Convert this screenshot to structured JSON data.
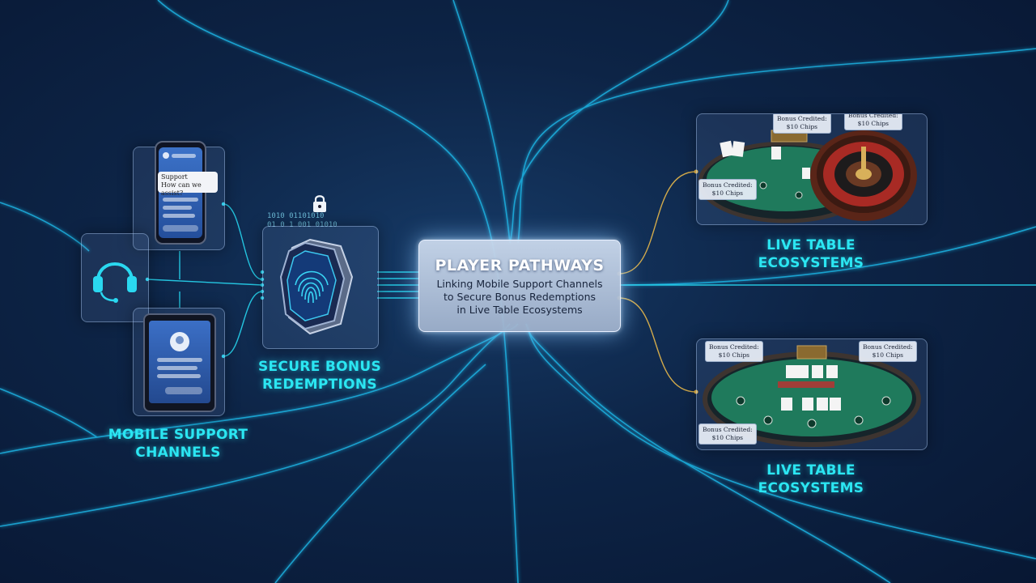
{
  "center": {
    "title": "PLAYER PATHWAYS",
    "subtitle_lines": [
      "Linking Mobile Support Channels",
      "to Secure Bonus Redemptions",
      "in Live Table Ecosystems"
    ]
  },
  "left_section": {
    "label_lines": [
      "MOBILE SUPPORT",
      "CHANNELS"
    ],
    "chat_bubble_lines": [
      "Support",
      "How can we assist?"
    ]
  },
  "secure_section": {
    "label_lines": [
      "SECURE BONUS",
      "REDEMPTIONS"
    ],
    "binary_rows": [
      "1010  01101010",
      "01 0 1 001 01010"
    ]
  },
  "top_table": {
    "label_lines": [
      "LIVE TABLE",
      "ECOSYSTEMS"
    ],
    "tags": [
      [
        "Bonus Credited:",
        "$10 Chips"
      ],
      [
        "Bonus Credited:",
        "$10 Chips"
      ],
      [
        "Bonus Credited:",
        "$10 Chips"
      ]
    ]
  },
  "bottom_table": {
    "label_lines": [
      "LIVE TABLE",
      "ECOSYSTEMS"
    ],
    "tags": [
      [
        "Bonus Credited:",
        "$10 Chips"
      ],
      [
        "Bonus Credited:",
        "$10 Chips"
      ],
      [
        "Bonus Credited:",
        "$10 Chips"
      ]
    ]
  },
  "icons": [
    "smartphone-icon",
    "headset-icon",
    "tablet-icon",
    "fingerprint-shield-icon",
    "padlock-icon",
    "roulette-wheel-icon",
    "card-table-icon"
  ],
  "colors": {
    "background": "#0d2446",
    "accent_cyan": "#2be6f2",
    "connector_gold": "#e8b84a",
    "felt_green": "#1f7a5c"
  }
}
